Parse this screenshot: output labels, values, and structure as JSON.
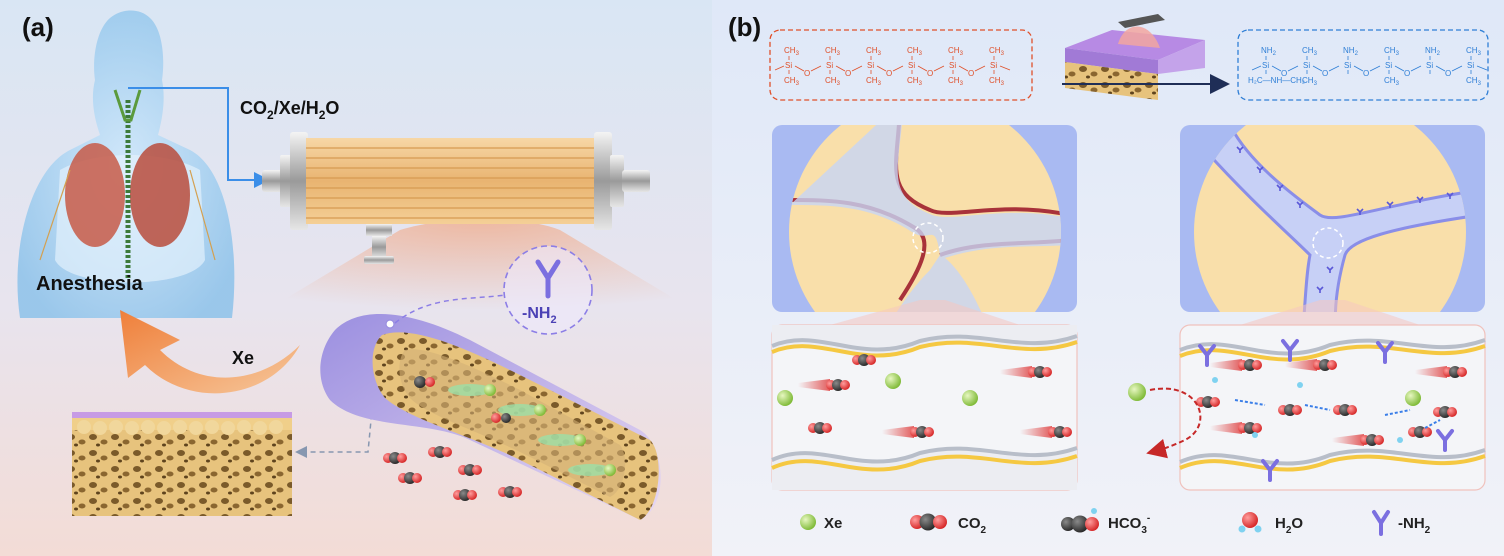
{
  "panels": {
    "a": {
      "label": "(a)",
      "gas_label": {
        "prefix": "CO",
        "sub1": "2",
        "mid": "/Xe/H",
        "sub2": "2",
        "suffix": "O"
      },
      "anesthesia_label": "Anesthesia",
      "xe_arrow_label": "Xe",
      "amine_label": {
        "prefix": "-NH",
        "sub": "2"
      }
    },
    "b": {
      "label": "(b)",
      "pdms_chain": {
        "top": [
          "CH",
          "CH",
          "CH",
          "CH",
          "CH",
          "CH"
        ],
        "bottom": [
          "CH",
          "CH",
          "CH",
          "CH",
          "CH",
          "CH"
        ],
        "subs": "3",
        "si": "Si",
        "o": "O"
      },
      "amine_chain": {
        "top": [
          "NH",
          "CH",
          "NH",
          "CH",
          "NH",
          "CH"
        ],
        "top_subs": [
          "2",
          "3",
          "2",
          "3",
          "2",
          "3"
        ],
        "bottom": [
          "H₂C—NH—CH₂",
          "CH",
          "CH",
          "CH"
        ],
        "si": "Si",
        "o": "O"
      }
    }
  },
  "legend": [
    {
      "symbol": "xe",
      "label": "Xe",
      "sub": ""
    },
    {
      "symbol": "co2",
      "label": "CO",
      "sub": "2"
    },
    {
      "symbol": "hco3",
      "label": "HCO",
      "sub": "3",
      "sup": "-"
    },
    {
      "symbol": "h2o",
      "label": "H",
      "sub": "2",
      "suffix": "O"
    },
    {
      "symbol": "amine",
      "label": "-NH",
      "sub": "2"
    }
  ],
  "colors": {
    "pdms_chain": "#e0502a",
    "amine_chain": "#2f7fd6",
    "xe": "#8cc63f",
    "co2_dark": "#333333",
    "co2_red": "#e23b3b",
    "amine": "#7b6fe0",
    "membrane_red": "#a8323a",
    "membrane_blue": "#8a8ee8",
    "pore_yellow": "#f9dfaa",
    "flow_arrow": "#c62828"
  }
}
